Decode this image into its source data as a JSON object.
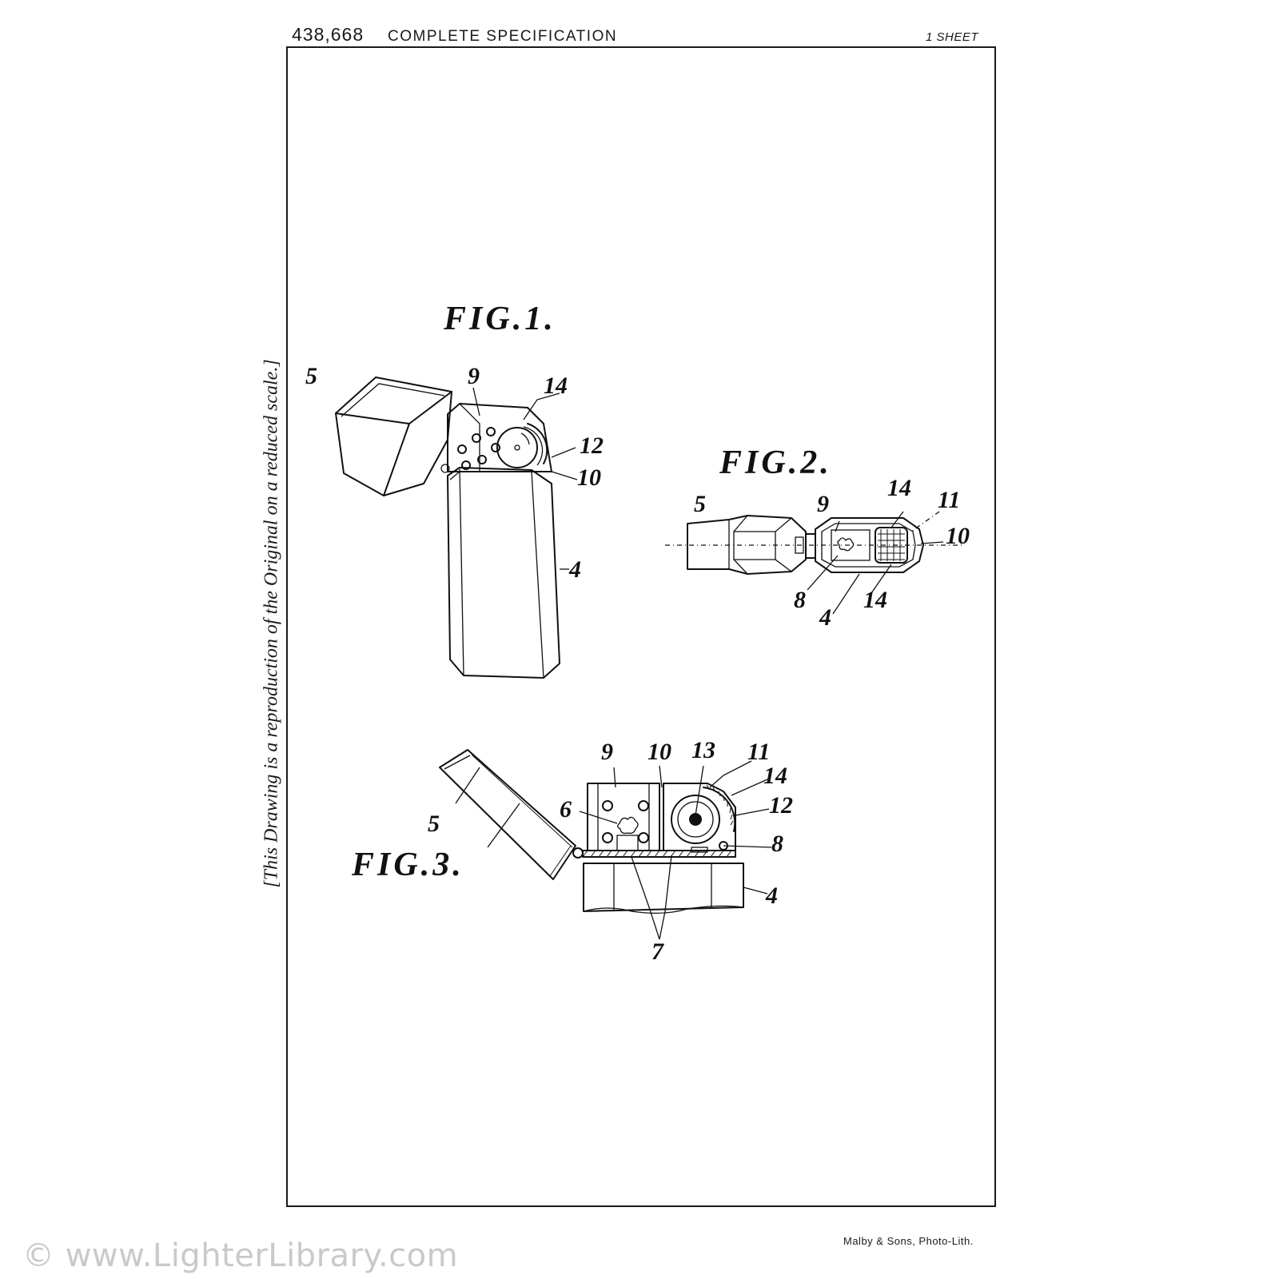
{
  "header": {
    "spec_number": "438,668",
    "spec_title": "COMPLETE SPECIFICATION",
    "sheet_count": "1 SHEET"
  },
  "side_note": "[This Drawing is a reproduction of the Original on a reduced scale.]",
  "printer": "Malby & Sons, Photo-Lith.",
  "watermark": "© www.LighterLibrary.com",
  "figures": {
    "fig1": {
      "title": "FIG.1.",
      "labels": [
        "5",
        "9",
        "14",
        "12",
        "10",
        "4"
      ]
    },
    "fig2": {
      "title": "FIG.2.",
      "labels": [
        "5",
        "9",
        "14",
        "11",
        "10",
        "8",
        "4",
        "14"
      ]
    },
    "fig3": {
      "title": "FIG.3.",
      "labels": [
        "9",
        "10",
        "13",
        "11",
        "14",
        "12",
        "6",
        "5",
        "8",
        "4",
        "7"
      ]
    }
  }
}
